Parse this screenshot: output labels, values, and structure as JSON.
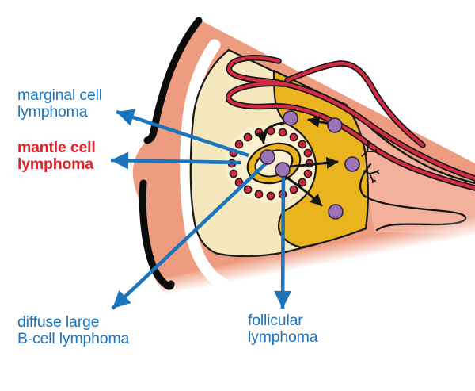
{
  "figure": {
    "kind": "medical-illustration",
    "subject": "lymph node cross-section showing sites of origin of B-cell lymphomas"
  },
  "labels": {
    "marginal": {
      "line1": "marginal cell",
      "line2": "lymphoma",
      "color": "#1B74BC"
    },
    "mantle": {
      "line1": "mantle cell",
      "line2": "lymphoma",
      "color": "#E5202A"
    },
    "diffuse": {
      "line1": "diffuse large",
      "line2": "B-cell lymphoma",
      "color": "#1B74BC"
    },
    "follicular": {
      "line1": "follicular",
      "line2": "lymphoma",
      "color": "#1B74BC"
    }
  },
  "structures": [
    "capsule",
    "subcapsular-sinus",
    "cortex",
    "paracortex",
    "germinal-center",
    "mantle-zone",
    "medullary-sinus",
    "blood-vessel",
    "b-cell",
    "antibody"
  ],
  "colors": {
    "label_blue": "#1B74BC",
    "label_red": "#E5202A",
    "arrow_blue": "#1B74BC",
    "capsule_pink": "#EE9C7F",
    "medulla_pink": "#F3B19B",
    "cortex_cream": "#F5E7BE",
    "follicle_pale": "#FAF0CF",
    "paracortex_yellow": "#EAB41E",
    "vessel_red": "#D22B44",
    "mantle_dot_red": "#D22B44",
    "cell_purple": "#9A74B6",
    "cell_purple_light": "#DCC0E6",
    "outline_black": "#151515"
  }
}
